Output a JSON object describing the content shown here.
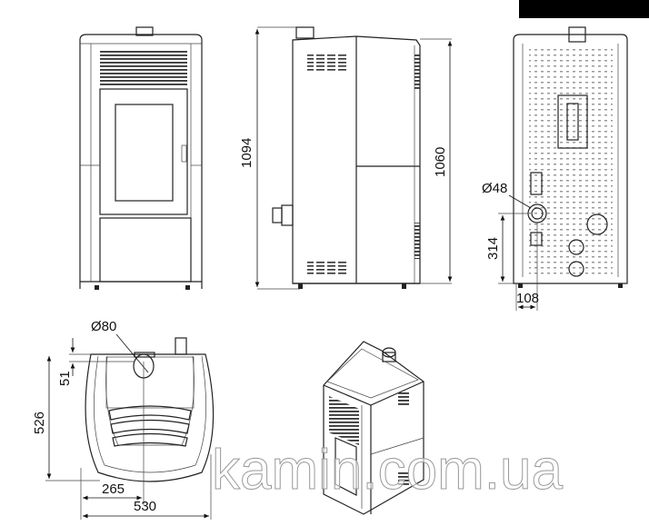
{
  "dimensions": {
    "total_height": "1094",
    "body_height": "1060",
    "outlet_diameter": "Ø48",
    "outlet_height": "314",
    "outlet_offset": "108",
    "flue_diameter": "Ø80",
    "flue_offset": "51",
    "depth": "526",
    "half_width": "265",
    "width": "530"
  },
  "watermark": "kamin.com.ua",
  "colors": {
    "line": "#222222",
    "background": "#ffffff"
  }
}
